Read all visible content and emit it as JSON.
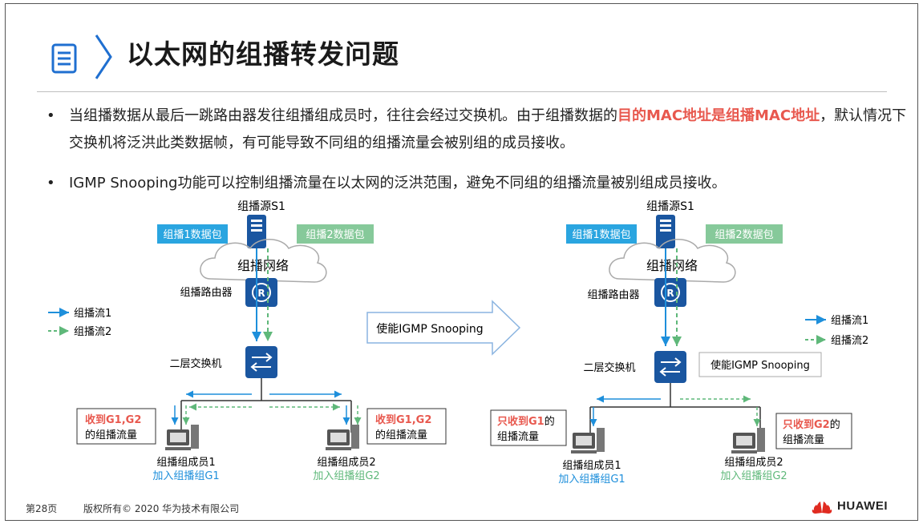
{
  "slide": {
    "title": "以太网的组播转发问题",
    "bullets": [
      {
        "parts": [
          {
            "text": "当组播数据从最后一跳路由器发往组播组成员时，往往会经过交换机。由于组播数据的",
            "highlight": false
          },
          {
            "text": "目的MAC地址是组播MAC地址",
            "highlight": true
          },
          {
            "text": "，默认情况下交换机将泛洪此类数据帧，有可能导致不同组的组播流量会被别组的成员接收。",
            "highlight": false
          }
        ]
      },
      {
        "parts": [
          {
            "text": "IGMP Snooping功能可以控制组播流量在以太网的泛洪范围，避免不同组的组播流量被别组成员接收。",
            "highlight": false
          }
        ]
      }
    ],
    "bullet_marker": "•"
  },
  "left": {
    "source": "组播源S1",
    "pkt1": "组播1数据包",
    "pkt2": "组播2数据包",
    "cloud": "组播网络",
    "router": "组播路由器",
    "router_icon": "R",
    "switch": "二层交换机",
    "legend1": "组播流1",
    "legend2": "组播流2",
    "member1": "组播组成员1",
    "member1_join": "加入组播组G1",
    "member2": "组播组成员2",
    "member2_join": "加入组播组G2",
    "note1_red": "收到G1,G2",
    "note1_rest": "的组播流量",
    "note2_red": "收到G1,G2",
    "note2_rest": "的组播流量"
  },
  "middle": {
    "arrow_label": "使能IGMP Snooping"
  },
  "right": {
    "source": "组播源S1",
    "pkt1": "组播1数据包",
    "pkt2": "组播2数据包",
    "cloud": "组播网络",
    "router": "组播路由器",
    "router_icon": "R",
    "switch": "二层交换机",
    "switch_tag": "使能IGMP Snooping",
    "legend1": "组播流1",
    "legend2": "组播流2",
    "member1": "组播组成员1",
    "member1_join": "加入组播组G1",
    "member2": "组播组成员2",
    "member2_join": "加入组播组G2",
    "note1_red": "只收到G1",
    "note1_suffix": "的",
    "note1_rest": "组播流量",
    "note2_red": "只收到G2",
    "note2_suffix": "的",
    "note2_rest": "组播流量"
  },
  "colors": {
    "blue": "#1e8fdb",
    "green": "#5fb87a",
    "red": "#e8584e",
    "navy": "#1a56a0",
    "pkt1_bg": "#2aa5e0",
    "pkt2_bg": "#86c99a"
  },
  "footer": {
    "page": "第28页",
    "copyright": "版权所有© 2020 华为技术有限公司",
    "brand": "HUAWEI"
  }
}
